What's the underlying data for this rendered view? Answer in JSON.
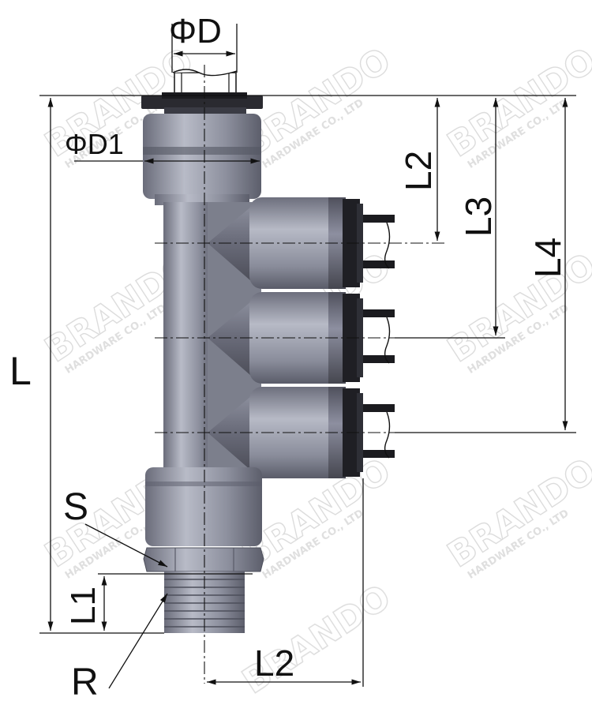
{
  "diagram": {
    "labels": {
      "phi_D": "ΦD",
      "phi_D1": "ΦD1",
      "L": "L",
      "L1": "L1",
      "L2_top": "L2",
      "L2_bottom": "L2",
      "L3": "L3",
      "L4": "L4",
      "S": "S",
      "R": "R"
    },
    "watermark": {
      "brand": "BRANDO",
      "company": "HARDWARE CO., LTD"
    },
    "colors": {
      "body_dark": "#5e6070",
      "body_mid": "#8e919f",
      "body_light": "#b9bcc8",
      "cap_dark": "#1e1e22",
      "line": "#111111",
      "watermark": "#d9d9d9"
    }
  }
}
